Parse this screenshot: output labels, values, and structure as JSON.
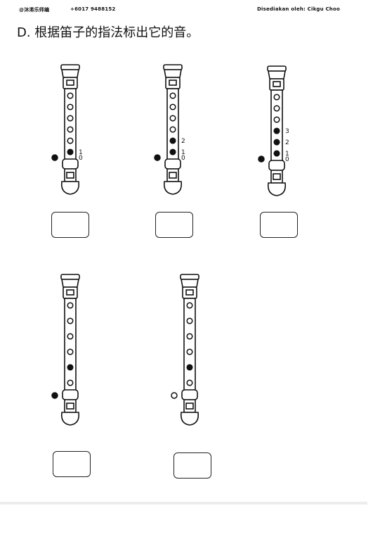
{
  "header": {
    "left_text": "@沐浠乐师编",
    "phone": "+6017 9488152",
    "right_text": "Disediakan oleh: Cikgu Choo"
  },
  "title": "D. 根据笛子的指法标出它的音。",
  "flutes": [
    {
      "id": 1,
      "holes": [
        "open",
        "open",
        "open",
        "open",
        "open",
        "closed"
      ],
      "thumb": "closed",
      "labels": [
        "1",
        "0"
      ]
    },
    {
      "id": 2,
      "holes": [
        "open",
        "open",
        "open",
        "open",
        "closed",
        "closed"
      ],
      "thumb": "closed",
      "labels": [
        "2",
        "1",
        "0"
      ]
    },
    {
      "id": 3,
      "holes": [
        "open",
        "open",
        "open",
        "closed",
        "closed",
        "closed"
      ],
      "thumb": "closed",
      "labels": [
        "3",
        "2",
        "1",
        "0"
      ]
    },
    {
      "id": 4,
      "holes": [
        "open",
        "open",
        "open",
        "open",
        "closed",
        "open"
      ],
      "thumb": "closed",
      "labels": []
    },
    {
      "id": 5,
      "holes": [
        "open",
        "open",
        "open",
        "open",
        "closed",
        "open"
      ],
      "thumb": "open",
      "labels": []
    }
  ],
  "answer_boxes": [
    "",
    "",
    "",
    "",
    ""
  ]
}
